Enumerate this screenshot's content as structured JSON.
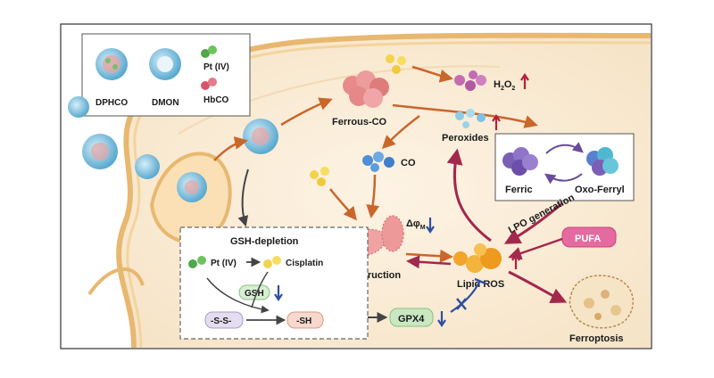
{
  "legend": {
    "dphco": "DPHCO",
    "dmon": "DMON",
    "pt": "Pt (IV)",
    "hbco": "HbCO"
  },
  "labels": {
    "ferrous_co": "Ferrous-CO",
    "h2o2_main": "H",
    "h2o2_sub1": "2",
    "h2o2_mid": "O",
    "h2o2_sub2": "2",
    "co": "CO",
    "peroxides": "Peroxides",
    "ferric": "Ferric",
    "oxo_ferryl": "Oxo-Ferryl",
    "lpo_generation": "LPO generation",
    "pufa": "PUFA",
    "delta_phi": "Δφ",
    "delta_phi_sub": "M",
    "destruction": "Destruction",
    "lipid_ros": "Lipid ROS",
    "ferroptosis": "Ferroptosis",
    "gpx4": "GPX4",
    "gsh_depletion": "GSH-depletion",
    "gsh_pt": "Pt (IV)",
    "cisplatin": "Cisplatin",
    "gsh": "GSH",
    "ss": "-S-S-",
    "sh": "-SH"
  },
  "colors": {
    "up_arrow": "#b5203a",
    "down_arrow": "#2d4fa0",
    "inhibit": "#2d4fa0",
    "flow_arrow": "#c9662a",
    "ros_arrow": "#a3284d"
  }
}
